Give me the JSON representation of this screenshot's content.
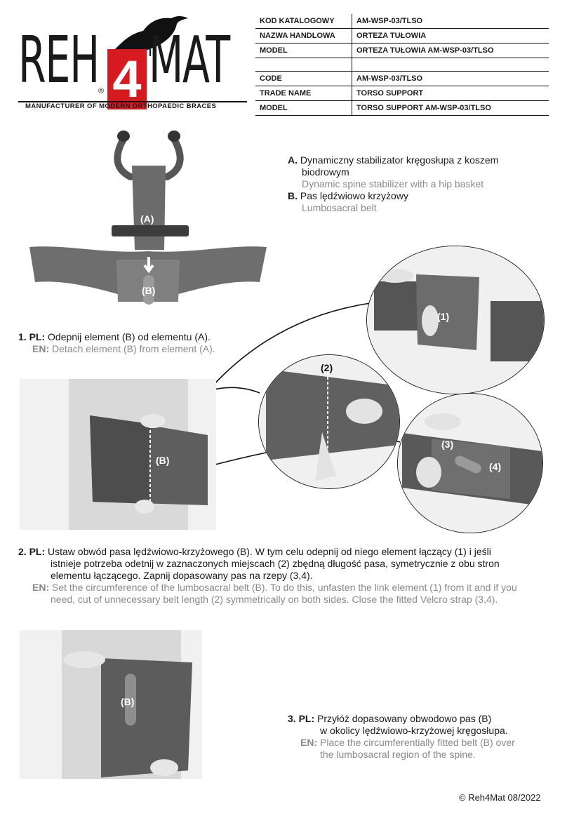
{
  "brand": {
    "logo_text_left": "REH",
    "logo_text_mid": "4",
    "logo_text_right": "MAT",
    "registered": "®",
    "tagline": "MANUFACTURER OF MODERN ORTHOPAEDIC BRACES",
    "accent_color": "#d71920"
  },
  "spec_table": [
    {
      "key": "KOD KATALOGOWY",
      "value": "AM-WSP-03/TLSO"
    },
    {
      "key": "NAZWA HANDLOWA",
      "value": "ORTEZA TUŁOWIA"
    },
    {
      "key": "MODEL",
      "value": "ORTEZA TUŁOWIA AM-WSP-03/TLSO"
    },
    {
      "key": "",
      "value": ""
    },
    {
      "key": "CODE",
      "value": "AM-WSP-03/TLSO"
    },
    {
      "key": "TRADE NAME",
      "value": "TORSO SUPPORT"
    },
    {
      "key": "MODEL",
      "value": "TORSO SUPPORT AM-WSP-03/TLSO"
    }
  ],
  "parts": {
    "a_letter": "A.",
    "a_pl": "Dynamiczny stabilizator kręgosłupa z koszem",
    "a_pl2": "biodrowym",
    "a_en": "Dynamic spine stabilizer with a hip basket",
    "b_letter": "B.",
    "b_pl": "Pas lędźwiowo krzyżowy",
    "b_en": "Lumbosacral belt"
  },
  "labels": {
    "A": "(A)",
    "B": "(B)",
    "one": "(1)",
    "two": "(2)",
    "three": "(3)",
    "four": "(4)"
  },
  "step1": {
    "num_pl": "1. PL:",
    "pl": "Odepnij element (B) od elementu (A).",
    "num_en": "EN:",
    "en": "Detach element (B) from element (A)."
  },
  "step2": {
    "num_pl": "2. PL:",
    "pl1": "Ustaw obwód pasa lędźwiowo-krzyżowego (B). W tym celu odepnij od niego element łączący (1) i jeśli",
    "pl2": "istnieje potrzeba odetnij w zaznaczonych miejscach (2) zbędną długość pasa, symetrycznie z obu stron",
    "pl3": "elementu łączącego. Zapnij dopasowany pas na rzepy (3,4).",
    "num_en": "EN:",
    "en1": "Set the circumference of the lumbosacral belt (B). To do this, unfasten the link element (1) from it and if you",
    "en2": "need, cut of unnecessary belt length (2) symmetrically on both sides. Close the fitted Velcro strap (3,4)."
  },
  "step3": {
    "num_pl": "3. PL:",
    "pl1": "Przyłóż dopasowany obwodowo pas (B)",
    "pl2": "w okolicy lędźwiowo-krzyżowej kręgosłupa.",
    "num_en": "EN:",
    "en1": "Place the circumferentially fitted belt (B) over",
    "en2": "the lumbosacral region of the spine."
  },
  "footer": {
    "copyright": "© Reh4Mat 08/2022"
  }
}
